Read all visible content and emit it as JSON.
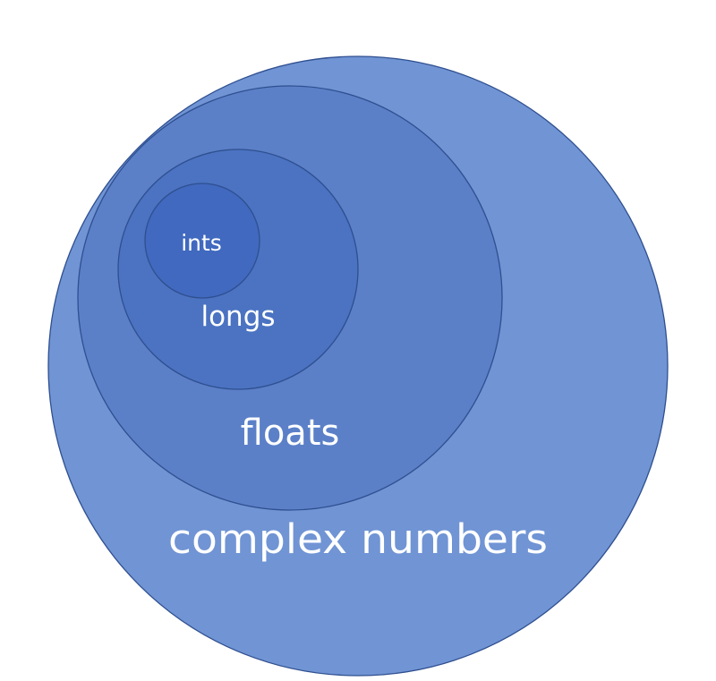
{
  "diagram": {
    "type": "nested-sets",
    "sets": [
      {
        "key": "complex",
        "label": "complex numbers",
        "fill": "#7094d4"
      },
      {
        "key": "floats",
        "label": "floats",
        "fill": "#5b80c8"
      },
      {
        "key": "longs",
        "label": "longs",
        "fill": "#4b73c2"
      },
      {
        "key": "ints",
        "label": "ints",
        "fill": "#4069bf"
      }
    ]
  }
}
